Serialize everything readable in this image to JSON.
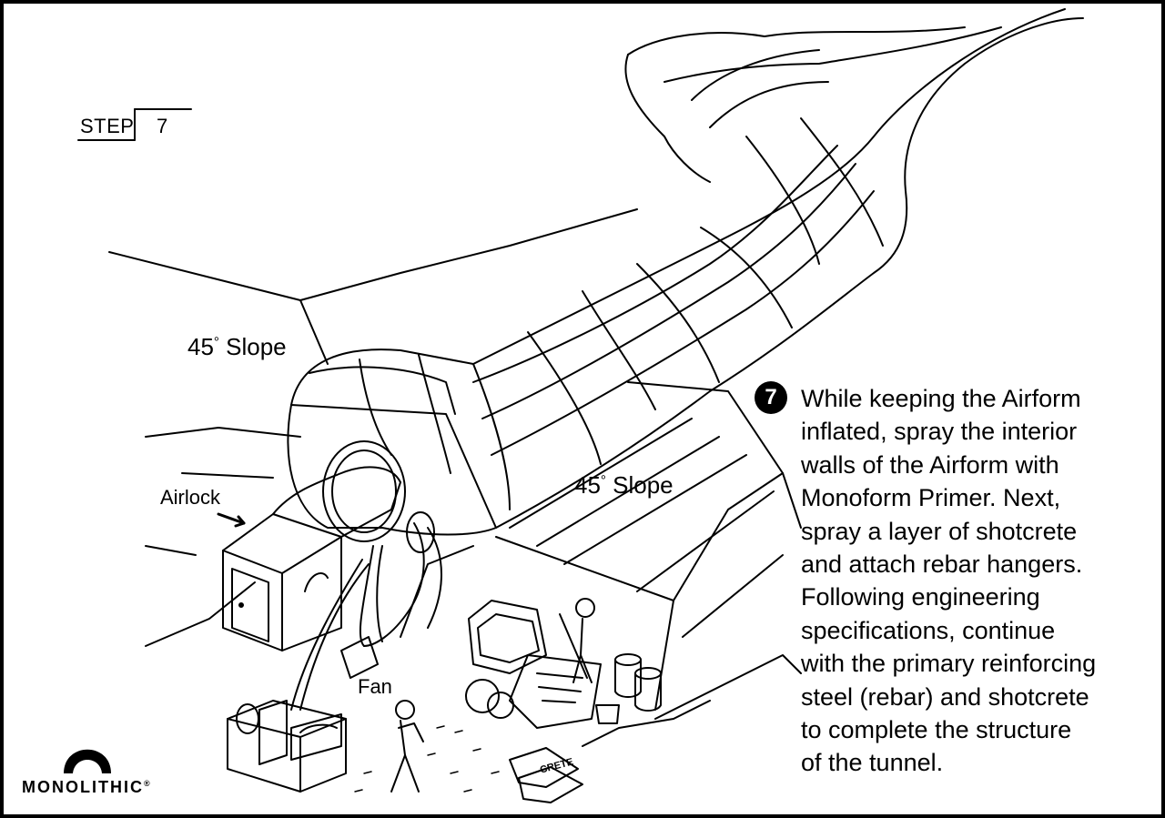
{
  "step": {
    "label": "STEP",
    "number": "7"
  },
  "labels": {
    "slope_left": "45",
    "slope_right": "45",
    "slope_word": " Slope",
    "degree": "°",
    "airlock": "Airlock",
    "fan": "Fan",
    "bag_text": "CRETE"
  },
  "instructions": {
    "badge": "7",
    "lines": [
      "While keeping the Airform",
      "inflated, spray the interior",
      "walls of the Airform with",
      "Monoform Primer.  Next,",
      "spray a layer of shotcrete",
      "and attach rebar hangers.",
      "Following engineering",
      "specifications, continue",
      "with the primary reinforcing",
      "steel (rebar) and shotcrete",
      "to complete the structure",
      "of the tunnel."
    ]
  },
  "brand": {
    "name": "MONOLITHIC",
    "mark": "®"
  }
}
